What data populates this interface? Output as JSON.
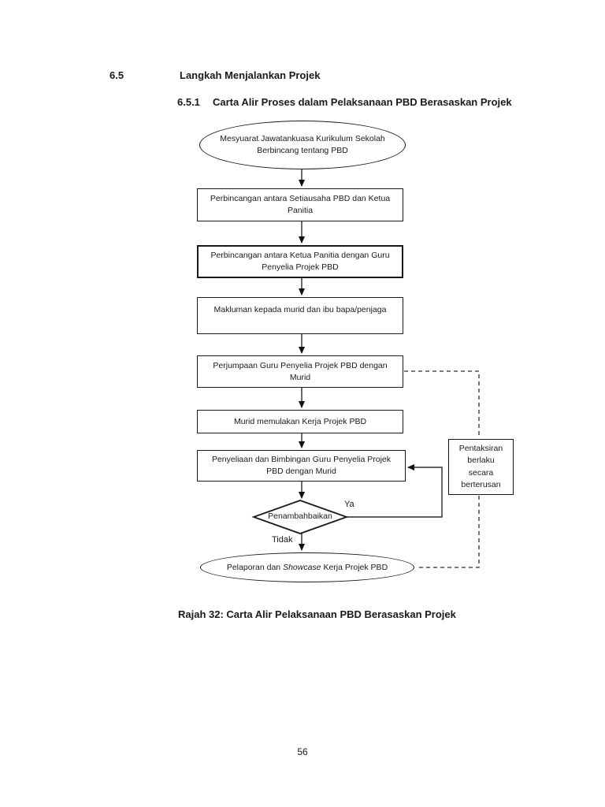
{
  "document": {
    "section": {
      "number": "6.5",
      "title": "Langkah Menjalankan Projek"
    },
    "subsection": {
      "number": "6.5.1",
      "title": "Carta Alir Proses dalam Pelaksanaan PBD Berasaskan Projek"
    },
    "figure_caption": "Rajah 32: Carta Alir Pelaksanaan PBD Berasaskan Projek",
    "page_number": "56"
  },
  "flowchart": {
    "start": "Mesyuarat Jawatankuasa Kurikulum Sekolah\nBerbincang tentang PBD",
    "step1": "Perbincangan antara Setiausaha PBD dan Ketua\nPanitia",
    "step2": "Perbincangan antara Ketua Panitia dengan Guru\nPenyelia Projek PBD",
    "step3": "Makluman kepada murid dan ibu bapa/penjaga",
    "step4": "Perjumpaan Guru Penyelia Projek PBD dengan\nMurid",
    "step5": "Murid memulakan Kerja Projek PBD",
    "step6": "Penyeliaan dan Bimbingan Guru Penyelia Projek\nPBD dengan Murid",
    "decision": "Penambahbaikan",
    "decision_yes": "Ya",
    "decision_no": "Tidak",
    "side_note": "Pentaksiran\nberlaku\nsecara\nberterusan",
    "end": {
      "prefix": "Pelaporan dan ",
      "italic": "Showcase",
      "suffix": " Kerja Projek PBD"
    },
    "colors": {
      "ink": "#1a1a1a",
      "paper": "#ffffff"
    }
  }
}
